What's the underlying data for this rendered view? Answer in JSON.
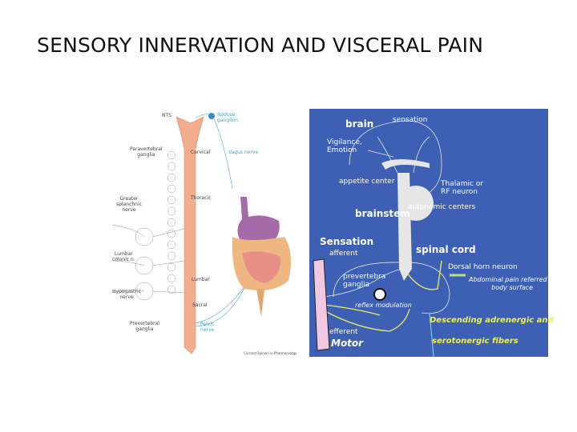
{
  "slide": {
    "title": "SENSORY INNERVATION AND VISCERAL PAIN"
  },
  "left_figure": {
    "labels": {
      "nts": "NTS",
      "nodose": "Nodose\nganglion",
      "paravertebral": "Paravertebral\nganglia",
      "vagus": "Vagus nerve",
      "cervical": "Cervical",
      "thoracic": "Thoracic",
      "greater_splanchnic": "Greater\nsplanchnic\nnerve",
      "lumbar_colonic": "Lumbar\ncolonic n.",
      "lumbar": "Lumbar",
      "hypogastric": "Hypogastric\nnerve",
      "sacral": "Sacral",
      "prevertebral": "Prevertebral\nganglia",
      "pelvic": "Pelvic\nnerve",
      "credit": "Current Opinion in Pharmacology"
    }
  },
  "right_figure": {
    "background": "#3d60b4",
    "labels": {
      "brain": "brain",
      "sensation_top": "sensation",
      "vigilance": "Vigilance,\nEmotion",
      "appetite": "appetite center",
      "thalamic": "Thalamic or\nRF neuron",
      "autonomic": "autonomic centers",
      "brainstem": "brainstem",
      "sensation": "Sensation",
      "afferent": "afferent",
      "spinal_cord": "spinal cord",
      "dorsal_horn": "Dorsal horn neuron",
      "prevertebra": "prevertebra\nganglia",
      "abdominal": "Abdominal pain referred to\nbody surface",
      "reflex": "reflex modulation",
      "descending": "Descending adrenergic and",
      "serotonergic": "serotonergic fibers",
      "efferent": "efferent",
      "motor": "Motor"
    }
  }
}
